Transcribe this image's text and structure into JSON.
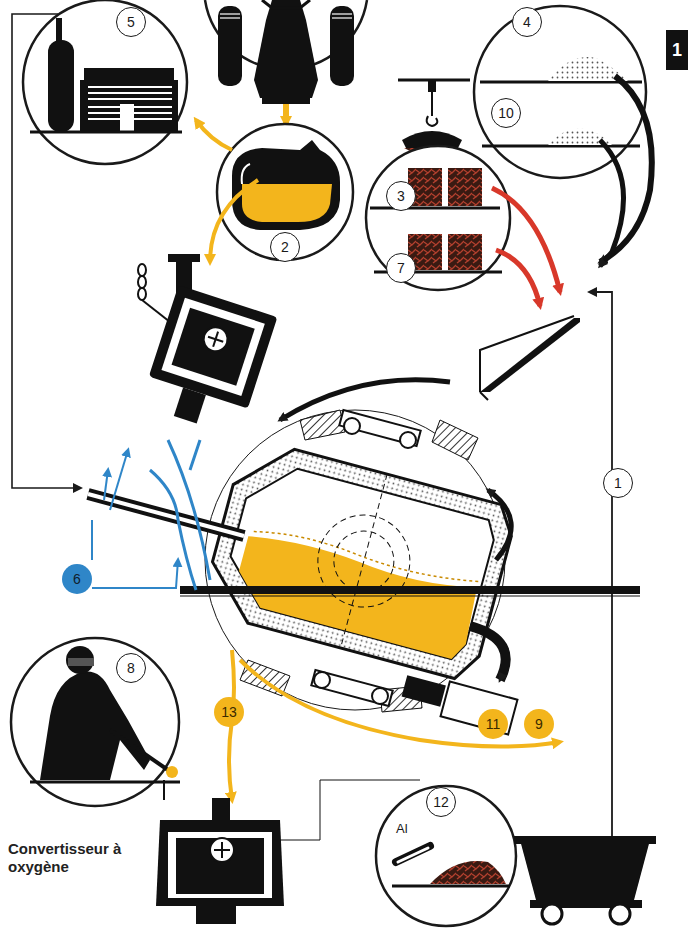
{
  "diagram": {
    "caption": "Convertisseur à oxygène",
    "labels": [
      "1",
      "5",
      "4",
      "10",
      "3",
      "7",
      "2",
      "1",
      "6",
      "8",
      "13",
      "11",
      "9",
      "12",
      "Al"
    ]
  }
}
